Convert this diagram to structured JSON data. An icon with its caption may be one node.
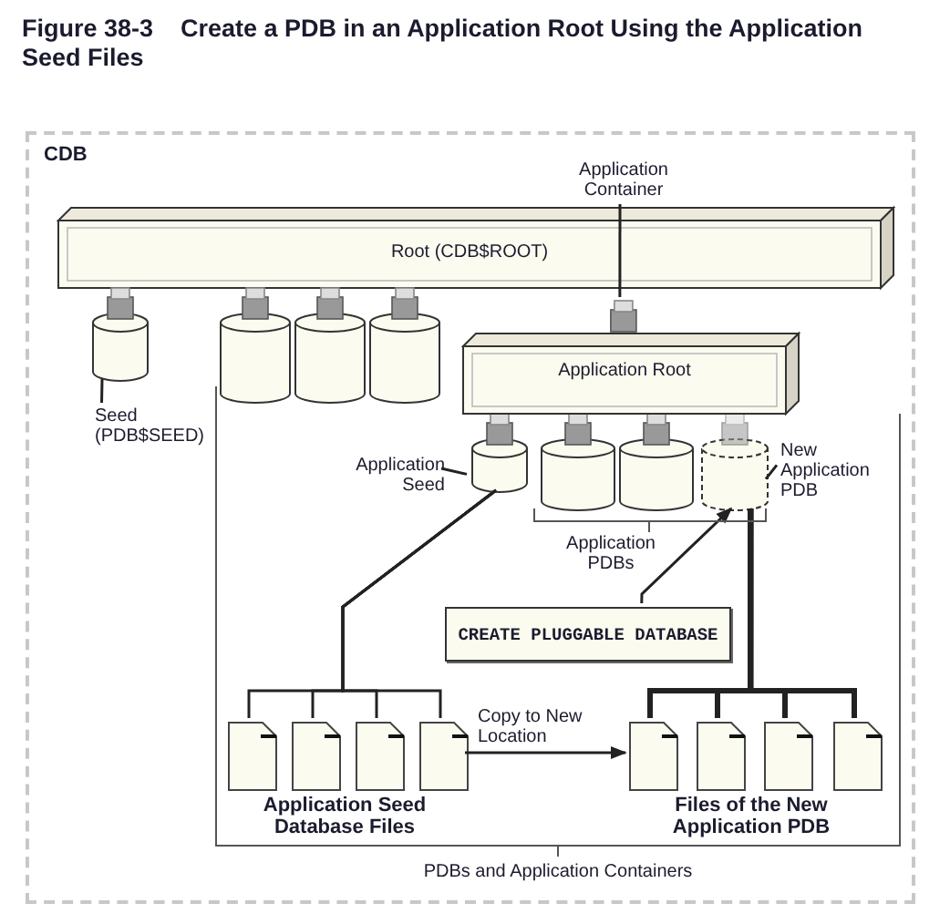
{
  "diagram": {
    "title": "Figure 38-3    Create a PDB in an Application Root Using the Application Seed Files",
    "nodes": [
      {
        "text": [
          "CDB"
        ]
      },
      {
        "text": [
          "Application Container"
        ],
        "in": 0
      },
      {
        "text": [
          "Root (CDB$ROOT)"
        ],
        "in": 0
      },
      {
        "text": [],
        "shape": "cylinder",
        "in": 0
      },
      {
        "text": [],
        "shape": "cylinder",
        "in": 0
      },
      {
        "text": [],
        "shape": "cylinder",
        "in": 0
      },
      {
        "text": [],
        "shape": "cylinder",
        "in": 0
      },
      {
        "text": [
          "Seed (PDB$SEED)"
        ],
        "in": 0
      },
      {
        "text": [
          "PDBs and Application Containers"
        ],
        "in": 0
      },
      {
        "text": [
          "Application Root"
        ],
        "in": 0
      },
      {
        "text": [
          "Application Seed"
        ],
        "in": 8
      },
      {
        "text": [],
        "shape": "cylinder",
        "in": 8
      },
      {
        "text": [],
        "shape": "cylinder",
        "in": 8
      },
      {
        "text": [],
        "shape": "cylinder",
        "in": 8
      },
      {
        "text": [],
        "shape": "cylinder",
        "in": 8
      },
      {
        "text": [
          "New Application PDB"
        ],
        "in": 8
      },
      {
        "text": [
          "CREATE PLUGGABLE DATABASE"
        ],
        "in": 8
      },
      {
        "text": [],
        "shape": "document",
        "in": 8
      },
      {
        "text": [],
        "shape": "document",
        "in": 8
      },
      {
        "text": [],
        "shape": "document",
        "in": 8
      },
      {
        "text": [],
        "shape": "document",
        "in": 8
      },
      {
        "text": [],
        "shape": "document",
        "in": 8
      },
      {
        "text": [],
        "shape": "document",
        "in": 8
      },
      {
        "text": [],
        "shape": "document",
        "in": 8
      },
      {
        "text": [],
        "shape": "document",
        "in": 8
      }
    ],
    "edges": [
      {
        "from": 1,
        "to": 9,
        "arrow": "none"
      },
      {
        "from": 7,
        "to": 3,
        "arrow": "none"
      },
      {
        "from": 10,
        "to": 11,
        "arrow": "none"
      },
      {
        "from": 15,
        "to": 14,
        "arrow": "none"
      },
      {
        "from": 16,
        "to": 14,
        "arrow": "to"
      },
      {
        "from": 11,
        "to": 17,
        "arrow": "none"
      },
      {
        "from": 11,
        "to": 18,
        "arrow": "none"
      },
      {
        "from": 11,
        "to": 19,
        "arrow": "none"
      },
      {
        "from": 11,
        "to": 20,
        "arrow": "none"
      },
      {
        "from": 14,
        "to": 21,
        "arrow": "none",
        "style": "thick"
      },
      {
        "from": 14,
        "to": 22,
        "arrow": "none",
        "style": "thick"
      },
      {
        "from": 14,
        "to": 23,
        "arrow": "none",
        "style": "thick"
      },
      {
        "from": 14,
        "to": 24,
        "arrow": "none",
        "style": "thick"
      },
      {
        "from": 20,
        "to": 21,
        "arrow": "to",
        "label": "Copy to New Location"
      }
    ],
    "labels": [
      "Application PDBs",
      "Application Seed Database Files",
      "Files of the New Application PDB"
    ]
  }
}
